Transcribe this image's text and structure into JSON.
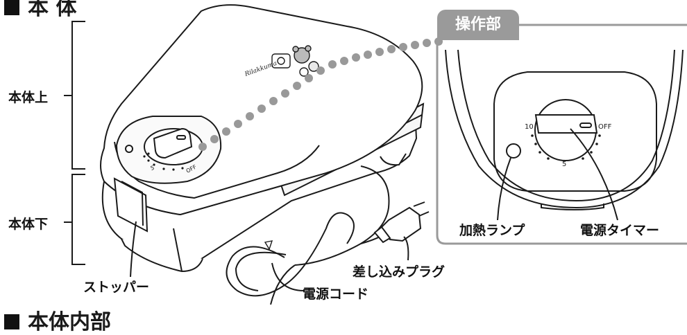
{
  "headings": {
    "body": "本 体",
    "interior": "本体内部"
  },
  "callout": {
    "title": "操作部",
    "lamp_label": "加熱ランプ",
    "timer_label": "電源タイマー",
    "dial_numbers": {
      "ten": "10",
      "five": "5",
      "off": "OFF"
    }
  },
  "labels": {
    "upper_body": "本体上",
    "lower_body": "本体下",
    "stopper": "ストッパー",
    "plug": "差し込みプラグ",
    "cord": "電源コード"
  },
  "device": {
    "brand_text": "Rilakkuma",
    "knob_numbers": {
      "five": "5",
      "off": "OFF"
    }
  },
  "colors": {
    "callout_tab": "#9a9a9a",
    "dots": "#999999",
    "line": "#1a1a1a"
  }
}
